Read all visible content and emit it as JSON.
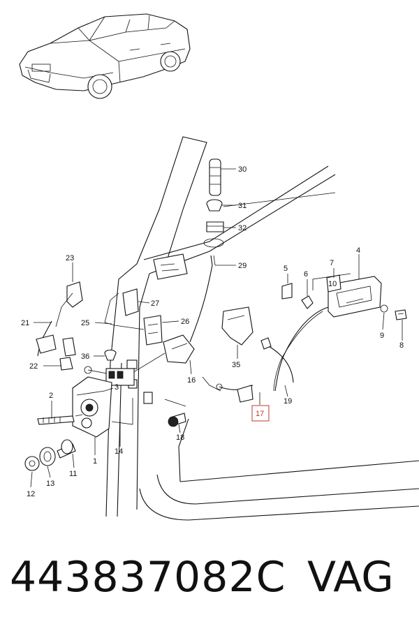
{
  "footer": {
    "part_number": "443837082C",
    "brand": "VAG"
  },
  "highlight_color": "#c0392b",
  "callouts": [
    {
      "id": "c30",
      "label": "30"
    },
    {
      "id": "c31",
      "label": "31"
    },
    {
      "id": "c32",
      "label": "32"
    },
    {
      "id": "c29",
      "label": "29"
    },
    {
      "id": "c23",
      "label": "23"
    },
    {
      "id": "c27",
      "label": "27"
    },
    {
      "id": "c25",
      "label": "25"
    },
    {
      "id": "c26",
      "label": "26"
    },
    {
      "id": "c21",
      "label": "21"
    },
    {
      "id": "c36",
      "label": "36"
    },
    {
      "id": "c22",
      "label": "22"
    },
    {
      "id": "c5",
      "label": "5"
    },
    {
      "id": "c6",
      "label": "6"
    },
    {
      "id": "c7",
      "label": "7"
    },
    {
      "id": "c4",
      "label": "4"
    },
    {
      "id": "c10",
      "label": "10"
    },
    {
      "id": "c9",
      "label": "9"
    },
    {
      "id": "c8",
      "label": "8"
    },
    {
      "id": "c35",
      "label": "35"
    },
    {
      "id": "c16",
      "label": "16"
    },
    {
      "id": "c19",
      "label": "19"
    },
    {
      "id": "c17",
      "label": "17",
      "highlighted": true
    },
    {
      "id": "c2",
      "label": "2"
    },
    {
      "id": "c3",
      "label": "3"
    },
    {
      "id": "c14",
      "label": "14"
    },
    {
      "id": "c18",
      "label": "18"
    },
    {
      "id": "c1",
      "label": "1"
    },
    {
      "id": "c11",
      "label": "11"
    },
    {
      "id": "c13",
      "label": "13"
    },
    {
      "id": "c12",
      "label": "12"
    }
  ]
}
